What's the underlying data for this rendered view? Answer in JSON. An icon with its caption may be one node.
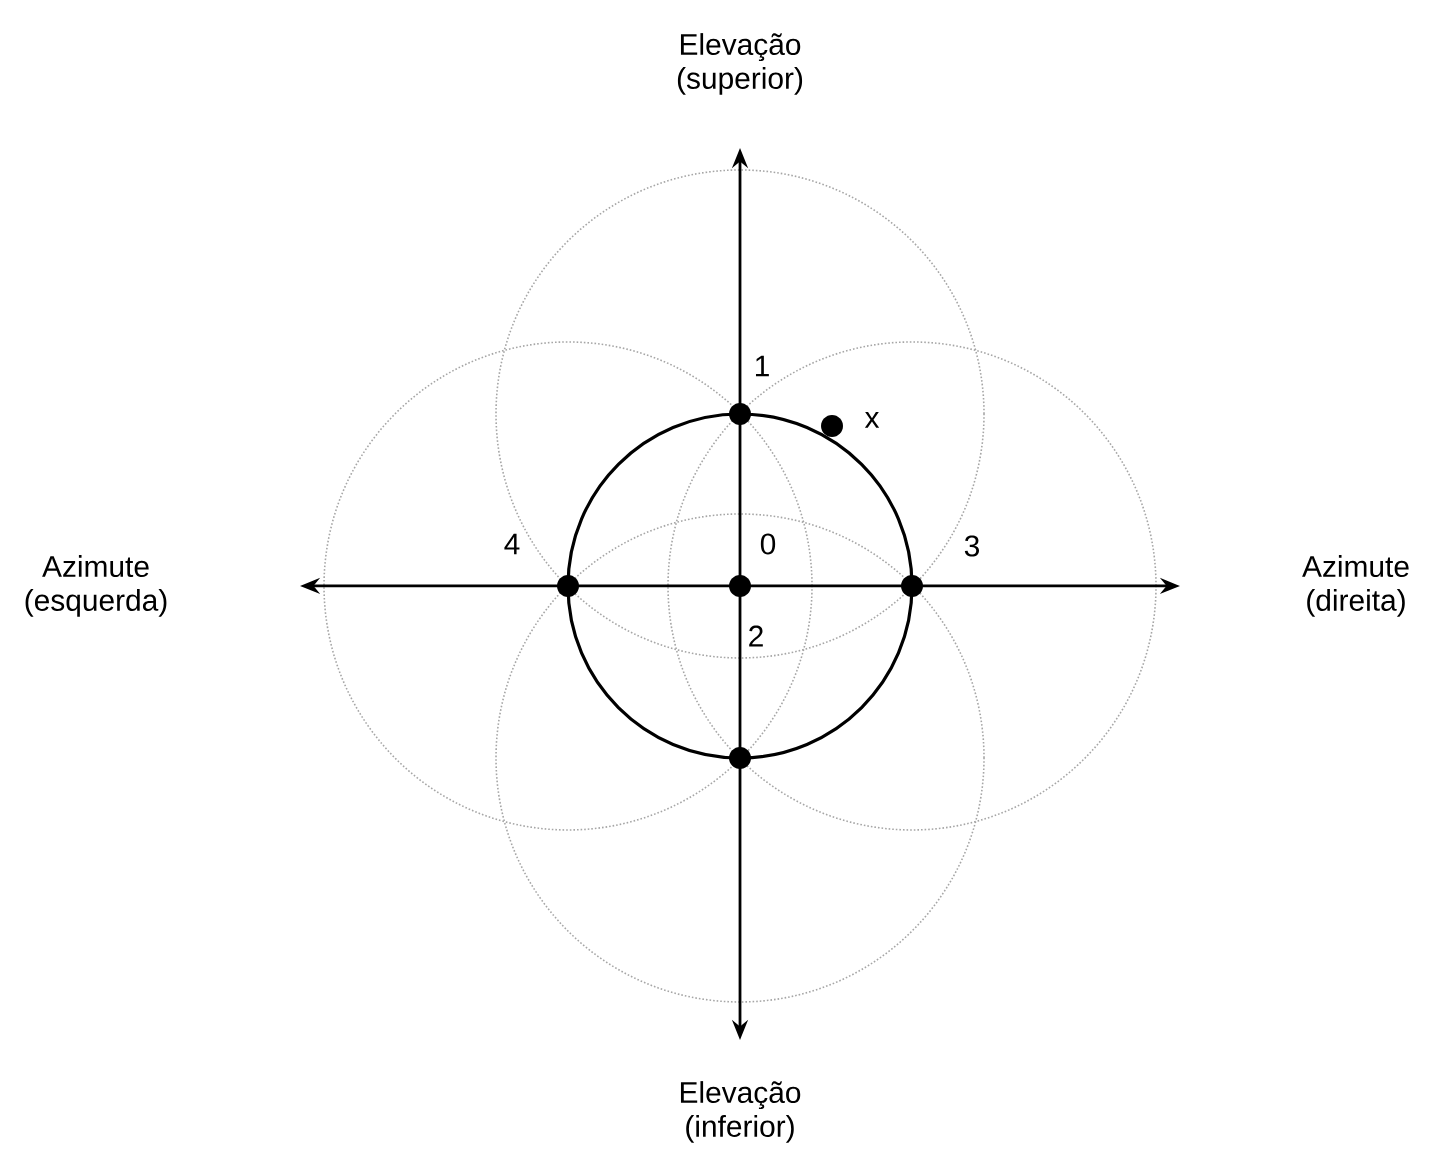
{
  "diagram": {
    "labels": [
      "Elevação (superior)",
      "1",
      "x",
      "Azimute (esquerda)",
      "4",
      "0",
      "3",
      "Azimute (direita)",
      "2",
      "Elevação (inferior)"
    ]
  }
}
